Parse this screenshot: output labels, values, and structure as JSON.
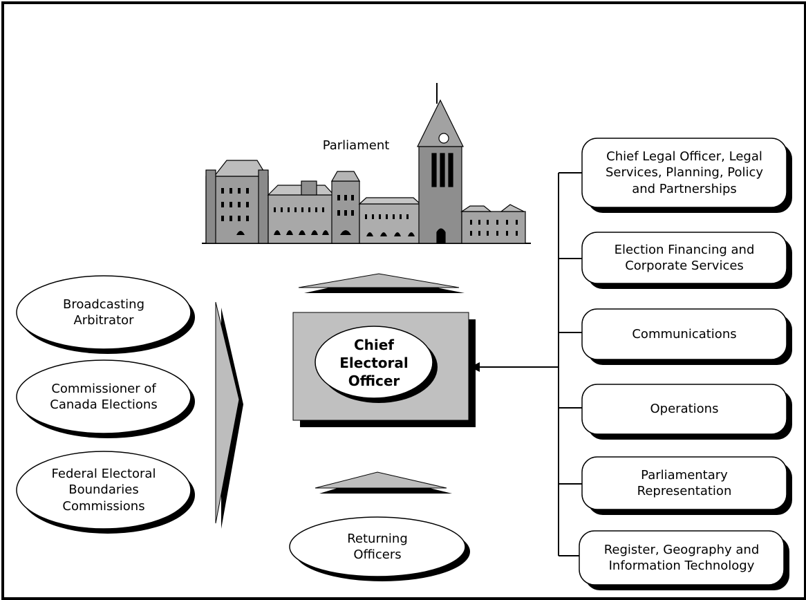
{
  "parliament": {
    "label": "Parliament"
  },
  "left_bodies": [
    {
      "label": "Broadcasting Arbitrator"
    },
    {
      "label": "Commissioner of Canada Elections"
    },
    {
      "label": "Federal Electoral Boundaries Commissions"
    }
  ],
  "center": {
    "label": "Chief Electoral Officer"
  },
  "returning": {
    "label": "Returning Officers"
  },
  "right_units": [
    {
      "label": "Chief Legal Officer, Legal Services, Planning, Policy and Partnerships"
    },
    {
      "label": "Election Financing and Corporate Services"
    },
    {
      "label": "Communications"
    },
    {
      "label": "Operations"
    },
    {
      "label": "Parliamentary Representation"
    },
    {
      "label": "Register, Geography and Information Technology"
    }
  ]
}
